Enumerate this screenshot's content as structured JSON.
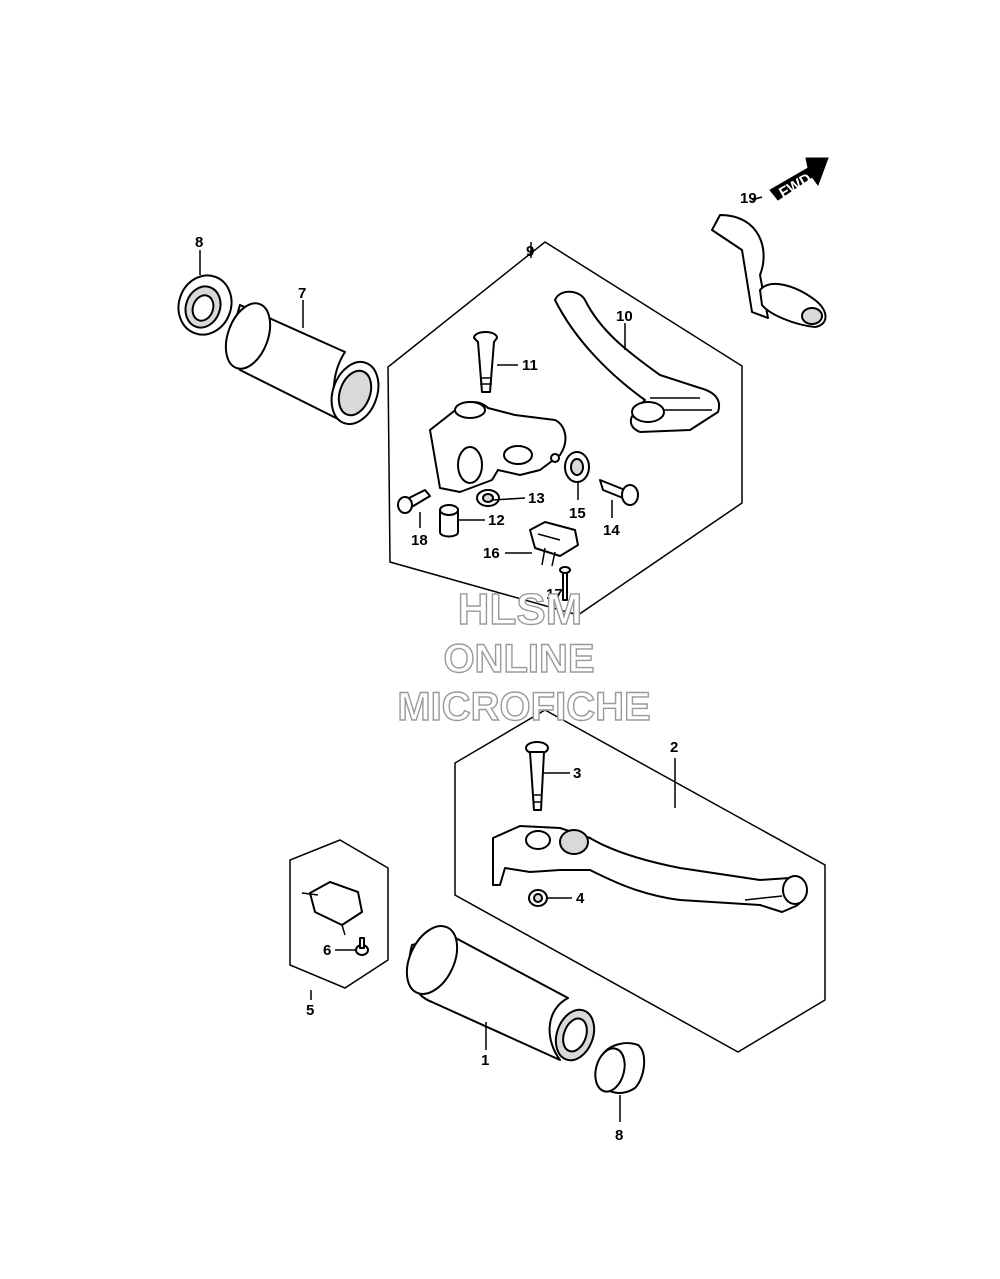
{
  "callouts": [
    {
      "id": "1",
      "label": "1"
    },
    {
      "id": "2",
      "label": "2"
    },
    {
      "id": "3",
      "label": "3"
    },
    {
      "id": "4",
      "label": "4"
    },
    {
      "id": "5",
      "label": "5"
    },
    {
      "id": "6",
      "label": "6"
    },
    {
      "id": "7",
      "label": "7"
    },
    {
      "id": "8a",
      "label": "8"
    },
    {
      "id": "8b",
      "label": "8"
    },
    {
      "id": "9",
      "label": "9"
    },
    {
      "id": "10",
      "label": "10"
    },
    {
      "id": "11",
      "label": "11"
    },
    {
      "id": "12",
      "label": "12"
    },
    {
      "id": "13",
      "label": "13"
    },
    {
      "id": "14",
      "label": "14"
    },
    {
      "id": "15",
      "label": "15"
    },
    {
      "id": "16",
      "label": "16"
    },
    {
      "id": "17",
      "label": "17"
    },
    {
      "id": "18",
      "label": "18"
    },
    {
      "id": "19",
      "label": "19"
    }
  ],
  "fwd_badge": "FWD",
  "watermark": {
    "line1": "HLSM",
    "line2": "ONLINE",
    "line3": "MICROFICHE"
  }
}
